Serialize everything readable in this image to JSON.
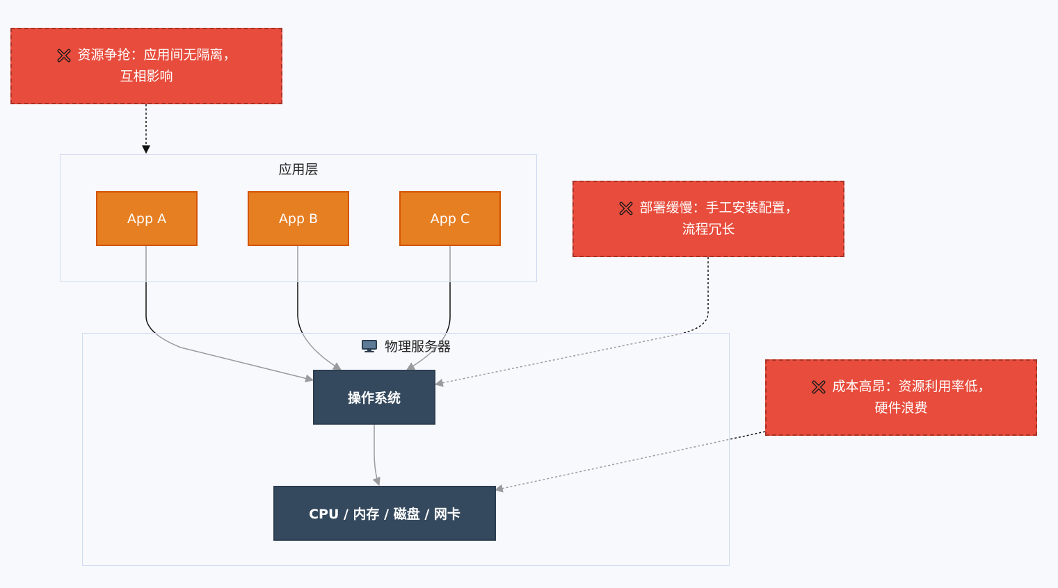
{
  "groups": {
    "app_layer": {
      "label": "应用层"
    },
    "physical_server": {
      "label": "物理服务器",
      "icon": "monitor-icon"
    }
  },
  "nodes": {
    "app_a": "App A",
    "app_b": "App B",
    "app_c": "App C",
    "os": "操作系统",
    "hardware": "CPU / 内存 / 磁盘 / 网卡"
  },
  "warnings": {
    "resource_contention": {
      "icon": "cross-icon",
      "line1": "资源争抢：应用间无隔离，",
      "line2": "互相影响"
    },
    "slow_deploy": {
      "icon": "cross-icon",
      "line1": "部署缓慢：手工安装配置，",
      "line2": "流程冗长"
    },
    "high_cost": {
      "icon": "cross-icon",
      "line1": "成本高昂：资源利用率低，",
      "line2": "硬件浪费"
    }
  },
  "colors": {
    "app": "#e67e22",
    "infra": "#34495e",
    "warning": "#e74c3c",
    "group_border": "#cfdcf0"
  }
}
